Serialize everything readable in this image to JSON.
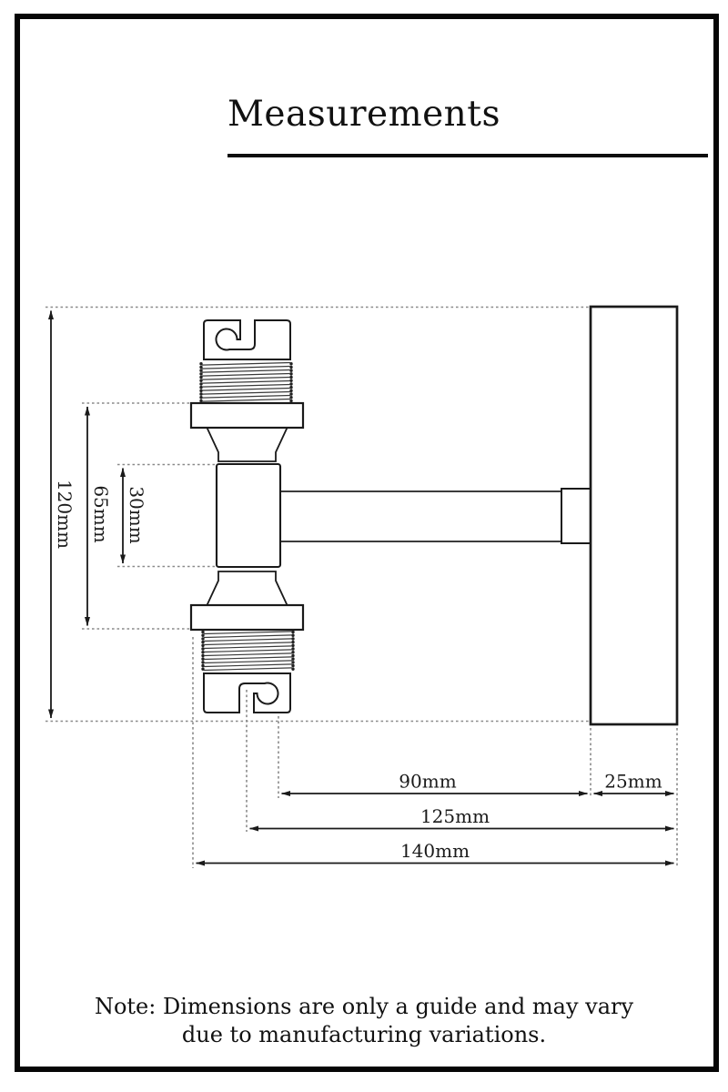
{
  "header": {
    "title": "Measurements"
  },
  "dimensions": {
    "overall_height": {
      "label": "120mm",
      "value": 120,
      "unit": "mm"
    },
    "socket_span": {
      "label": "65mm",
      "value": 65,
      "unit": "mm"
    },
    "body_length": {
      "label": "30mm",
      "value": 30,
      "unit": "mm"
    },
    "arm_projection": {
      "label": "90mm",
      "value": 90,
      "unit": "mm"
    },
    "plate_width": {
      "label": "25mm",
      "value": 25,
      "unit": "mm"
    },
    "mid_projection": {
      "label": "125mm",
      "value": 125,
      "unit": "mm"
    },
    "overall_projection": {
      "label": "140mm",
      "value": 140,
      "unit": "mm"
    }
  },
  "note": {
    "line1": "Note: Dimensions are only a guide and may vary",
    "line2": "due to manufacturing variations."
  },
  "colors": {
    "ink": "#1a1a1a",
    "extension_line": "#8a8a8a",
    "knurl_dark": "#8a8a8a",
    "knurl_light": "#ececec"
  }
}
